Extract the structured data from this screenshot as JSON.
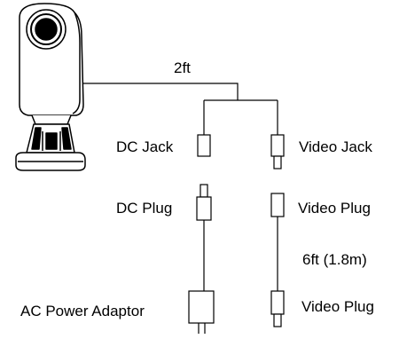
{
  "labels": {
    "cable_length_top": "2ft",
    "dc_jack": "DC Jack",
    "video_jack": "Video Jack",
    "dc_plug": "DC Plug",
    "video_plug_top": "Video Plug",
    "cable_length_bottom": "6ft (1.8m)",
    "ac_power_adaptor": "AC Power Adaptor",
    "video_plug_bottom": "Video Plug"
  },
  "colors": {
    "line": "#000000",
    "background": "#ffffff"
  }
}
